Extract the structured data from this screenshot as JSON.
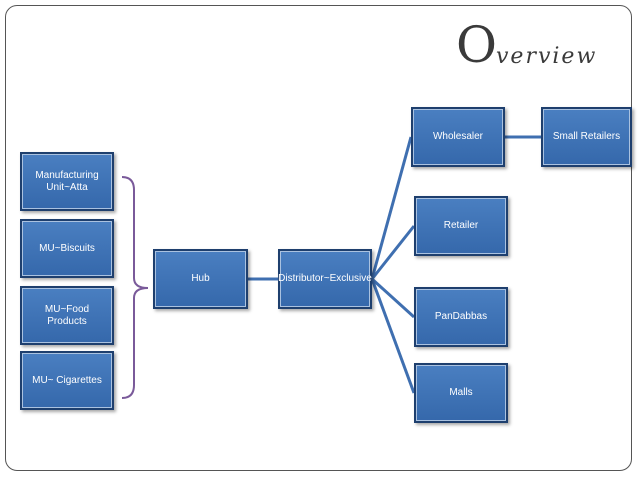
{
  "title": {
    "first_letter": "O",
    "rest": "verview"
  },
  "nodes": {
    "mu_atta": "Manufacturing Unit~Atta",
    "mu_biscuits": "MU~Biscuits",
    "mu_food": "MU~Food Products",
    "mu_cigarettes": "MU~ Cigarettes",
    "hub": "Hub",
    "distributor": "Distributor~Exclusive",
    "wholesaler": "Wholesaler",
    "small_retailers": "Small Retailers",
    "retailer": "Retailer",
    "pandabbas": "PanDabbas",
    "malls": "Malls"
  },
  "colors": {
    "node_fill": "#3f74b8",
    "node_border": "#1e3f6e",
    "connector": "#3f6fb0",
    "brace": "#7a5a9a"
  }
}
